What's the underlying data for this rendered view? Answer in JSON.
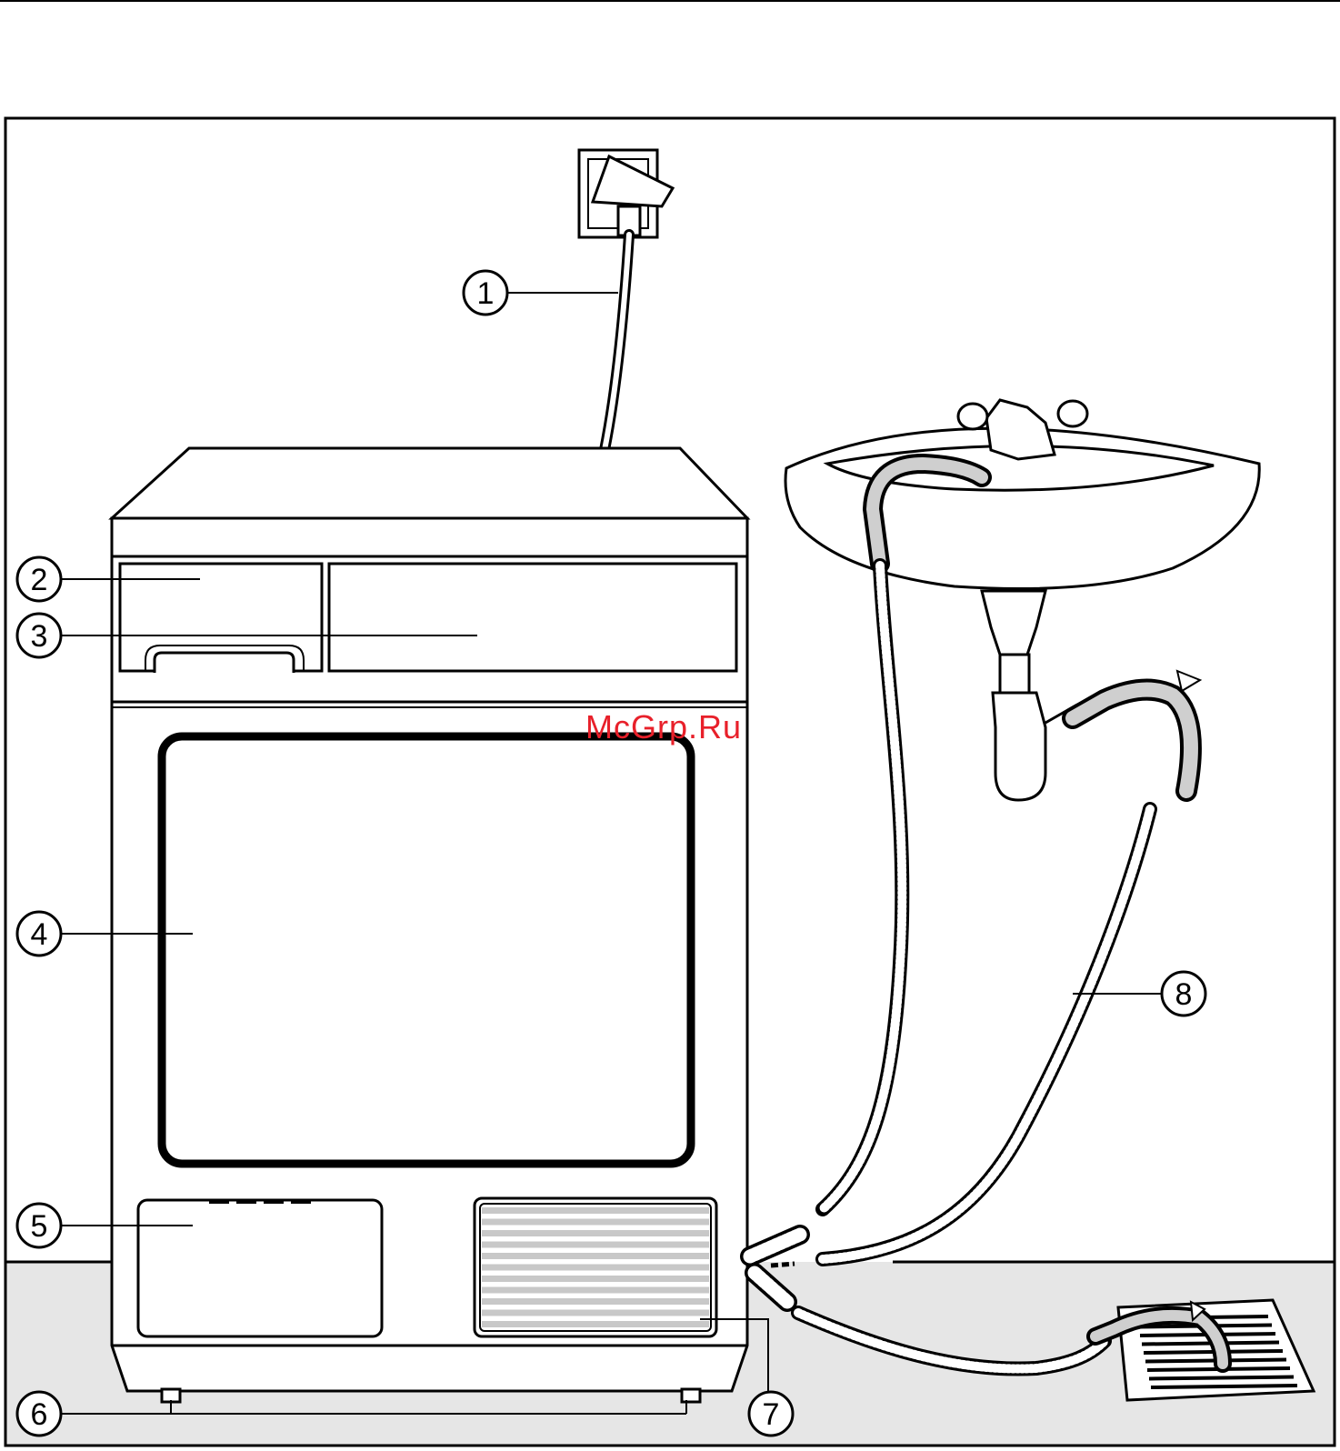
{
  "watermark": "McGrp.Ru",
  "callouts": [
    {
      "id": "1",
      "label": "1"
    },
    {
      "id": "2",
      "label": "2"
    },
    {
      "id": "3",
      "label": "3"
    },
    {
      "id": "4",
      "label": "4"
    },
    {
      "id": "5",
      "label": "5"
    },
    {
      "id": "6",
      "label": "6"
    },
    {
      "id": "7",
      "label": "7"
    },
    {
      "id": "8",
      "label": "8"
    }
  ],
  "colors": {
    "line": "#000000",
    "floor": "#e6e6e6",
    "hose_fill": "#d9d9d9",
    "grille_stripe": "#c8c8c8",
    "watermark": "#e8202a"
  }
}
